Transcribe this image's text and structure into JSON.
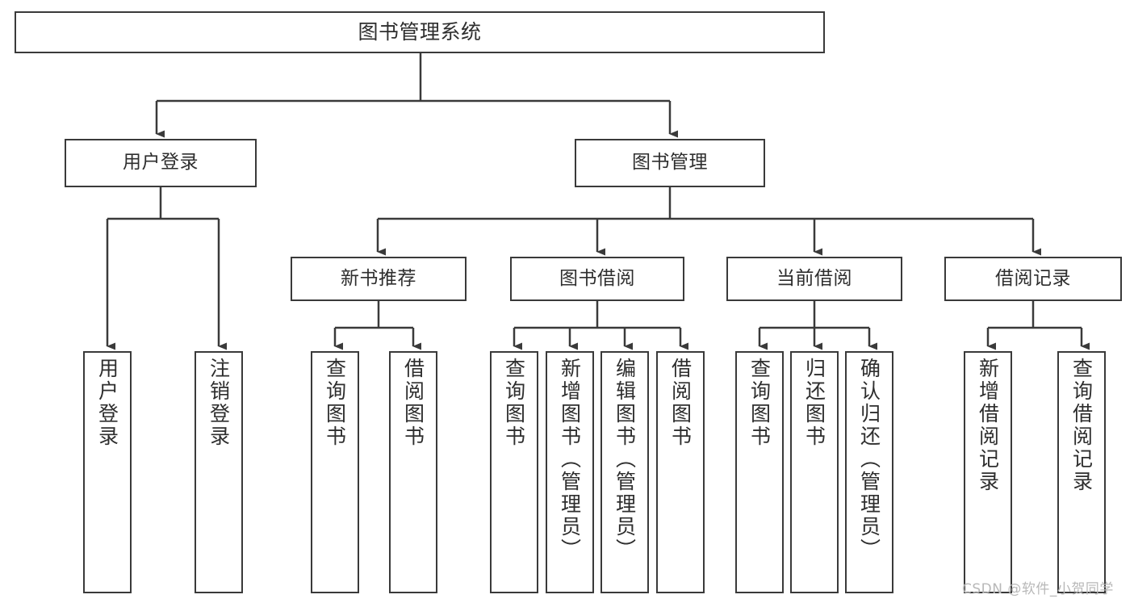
{
  "diagram": {
    "type": "tree-hierarchy-chart",
    "title": "图书管理系统",
    "background_color": "#ffffff",
    "line_color": "#3a3a3a",
    "text_color": "#2e2e2e",
    "watermark": "CSDN @软件_小贺同学",
    "levels": {
      "level1": [
        {
          "id": "root",
          "label": "图书管理系统"
        }
      ],
      "level2": [
        {
          "id": "user-login",
          "label": "用户登录"
        },
        {
          "id": "book-manage",
          "label": "图书管理"
        }
      ],
      "level3": [
        {
          "id": "new-book-recommend",
          "label": "新书推荐"
        },
        {
          "id": "book-borrow",
          "label": "图书借阅"
        },
        {
          "id": "current-borrow",
          "label": "当前借阅"
        },
        {
          "id": "borrow-record",
          "label": "借阅记录"
        }
      ],
      "level4": [
        {
          "id": "leaf-user-login",
          "label": "用户登录",
          "parent": "user-login"
        },
        {
          "id": "leaf-logout-login",
          "label": "注销登录",
          "parent": "user-login"
        },
        {
          "id": "leaf-query-book-1",
          "label": "查询图书",
          "parent": "new-book-recommend"
        },
        {
          "id": "leaf-borrow-book-1",
          "label": "借阅图书",
          "parent": "new-book-recommend"
        },
        {
          "id": "leaf-query-book-2",
          "label": "查询图书",
          "parent": "book-borrow"
        },
        {
          "id": "leaf-add-book",
          "label": "新增图书（管理员）",
          "parent": "book-borrow"
        },
        {
          "id": "leaf-edit-book",
          "label": "编辑图书（管理员）",
          "parent": "book-borrow"
        },
        {
          "id": "leaf-borrow-book-2",
          "label": "借阅图书",
          "parent": "book-borrow"
        },
        {
          "id": "leaf-query-book-3",
          "label": "查询图书",
          "parent": "current-borrow"
        },
        {
          "id": "leaf-return-book",
          "label": "归还图书",
          "parent": "current-borrow"
        },
        {
          "id": "leaf-confirm-return",
          "label": "确认归还（管理员）",
          "parent": "current-borrow"
        },
        {
          "id": "leaf-add-record",
          "label": "新增借阅记录",
          "parent": "borrow-record"
        },
        {
          "id": "leaf-query-record",
          "label": "查询借阅记录",
          "parent": "borrow-record"
        }
      ]
    }
  }
}
